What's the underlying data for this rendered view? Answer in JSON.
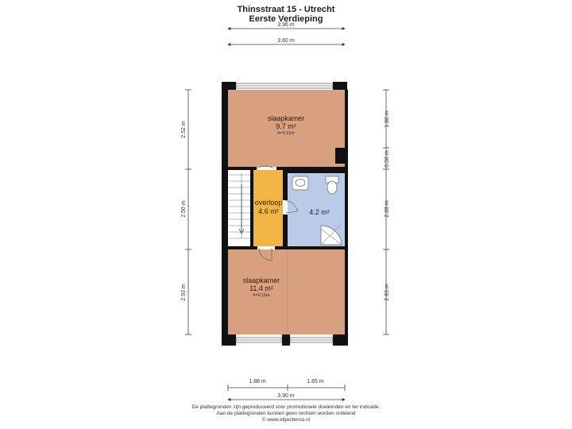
{
  "header": {
    "title": "Thinsstraat 15 - Utrecht",
    "subtitle": "Eerste Verdieping"
  },
  "rooms": {
    "bedroom_top": {
      "name": "slaapkamer",
      "area": "9.7 m²",
      "height": "h=2.11m"
    },
    "landing": {
      "name": "overloop",
      "area": "4.6 m²"
    },
    "bathroom": {
      "area": "4.2 m²"
    },
    "bedroom_bottom": {
      "name": "slaapkamer",
      "area": "11.4 m²",
      "height": "h=2.11m"
    }
  },
  "dimensions": {
    "top_outer": "3.96 m",
    "top_inner": "3.60 m",
    "left_1": "2.52 m",
    "left_2": "2.50 m",
    "left_3": "2.93 m",
    "right_1": "1.86 m",
    "right_2": "0.56 m",
    "right_3": "2.28 m",
    "right_4": "2.93 m",
    "bottom_left": "1.88 m",
    "bottom_right": "1.85 m",
    "bottom_total": "3.90 m"
  },
  "footer": {
    "line1": "De plattegronden zijn geproduceerd voor promotionele doeleinden en ter indicatie.",
    "line2": "Aan de plattegronden kunnen geen rechten worden ontleend",
    "line3": "© www.objectenco.nl"
  },
  "colors": {
    "bedroom": "#d9a07f",
    "landing": "#f2b443",
    "bathroom": "#b9cbe6",
    "wall": "#111111"
  }
}
